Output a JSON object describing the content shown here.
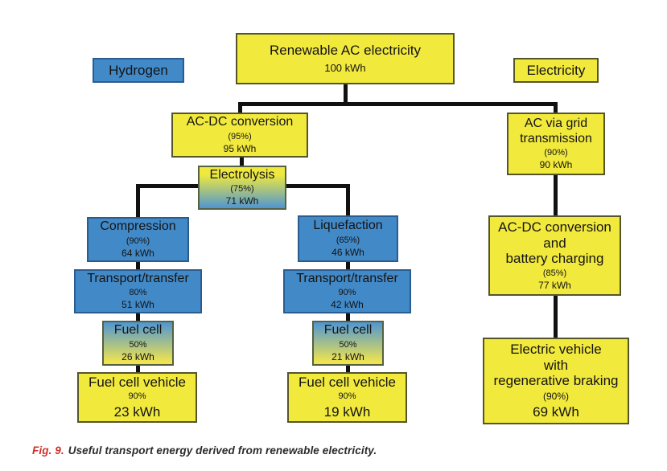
{
  "labels": {
    "hydrogen": "Hydrogen",
    "electricity": "Electricity"
  },
  "boxes": {
    "source": {
      "title": "Renewable AC electricity",
      "value": "100 kWh"
    },
    "acdc": {
      "title": "AC-DC conversion",
      "pct": "(95%)",
      "value": "95 kWh"
    },
    "grid": {
      "title": "AC via grid\ntransmission",
      "pct": "(90%)",
      "value": "90 kWh"
    },
    "electrolysis": {
      "title": "Electrolysis",
      "pct": "(75%)",
      "value": "71 kWh"
    },
    "compression": {
      "title": "Compression",
      "pct": "(90%)",
      "value": "64 kWh"
    },
    "liquefaction": {
      "title": "Liquefaction",
      "pct": "(65%)",
      "value": "46 kWh"
    },
    "transport_left": {
      "title": "Transport/transfer",
      "pct": "80%",
      "value": "51 kWh"
    },
    "transport_mid": {
      "title": "Transport/transfer",
      "pct": "90%",
      "value": "42 kWh"
    },
    "fuelcell_left": {
      "title": "Fuel cell",
      "pct": "50%",
      "value": "26 kWh"
    },
    "fuelcell_mid": {
      "title": "Fuel cell",
      "pct": "50%",
      "value": "21 kWh"
    },
    "fcv_left": {
      "title": "Fuel cell vehicle",
      "pct": "90%",
      "value": "23 kWh"
    },
    "fcv_mid": {
      "title": "Fuel cell vehicle",
      "pct": "90%",
      "value": "19 kWh"
    },
    "battery": {
      "title": "AC-DC conversion\nand\nbattery charging",
      "pct": "(85%)",
      "value": "77 kWh"
    },
    "ev": {
      "title": "Electric vehicle\nwith\nregenerative braking",
      "pct": "(90%)",
      "value": "69 kWh"
    }
  },
  "caption": {
    "fig": "Fig. 9.",
    "text": "Useful transport energy derived from renewable electricity."
  },
  "colors": {
    "box_yellow": "#f2e93d",
    "box_blue": "#4289c7",
    "connector": "#111111",
    "caption_red": "#cc2f2a"
  }
}
